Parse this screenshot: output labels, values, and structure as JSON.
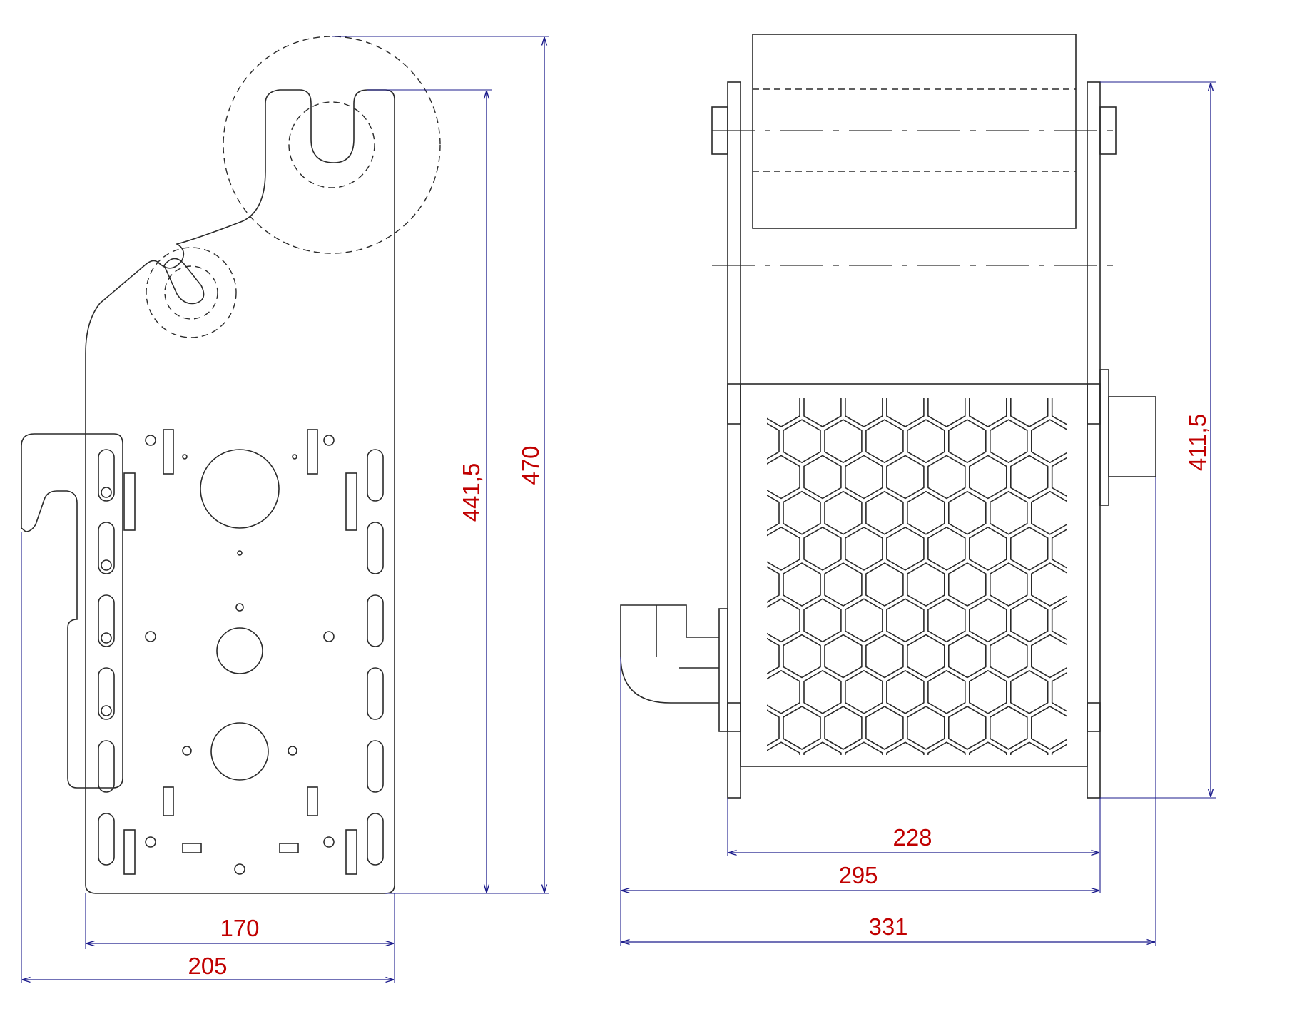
{
  "colors": {
    "outline": "#2a2a2a",
    "dimension_line": "#1c1c8c",
    "dimension_text": "#c00000",
    "background": "#ffffff"
  },
  "side_view": {
    "dimensions": {
      "width_inner": "170",
      "width_outer": "205",
      "height_inner": "441,5",
      "height_outer": "470"
    }
  },
  "front_view": {
    "dimensions": {
      "width_inner": "228",
      "width_mid": "295",
      "width_outer": "331",
      "height": "411,5"
    }
  }
}
